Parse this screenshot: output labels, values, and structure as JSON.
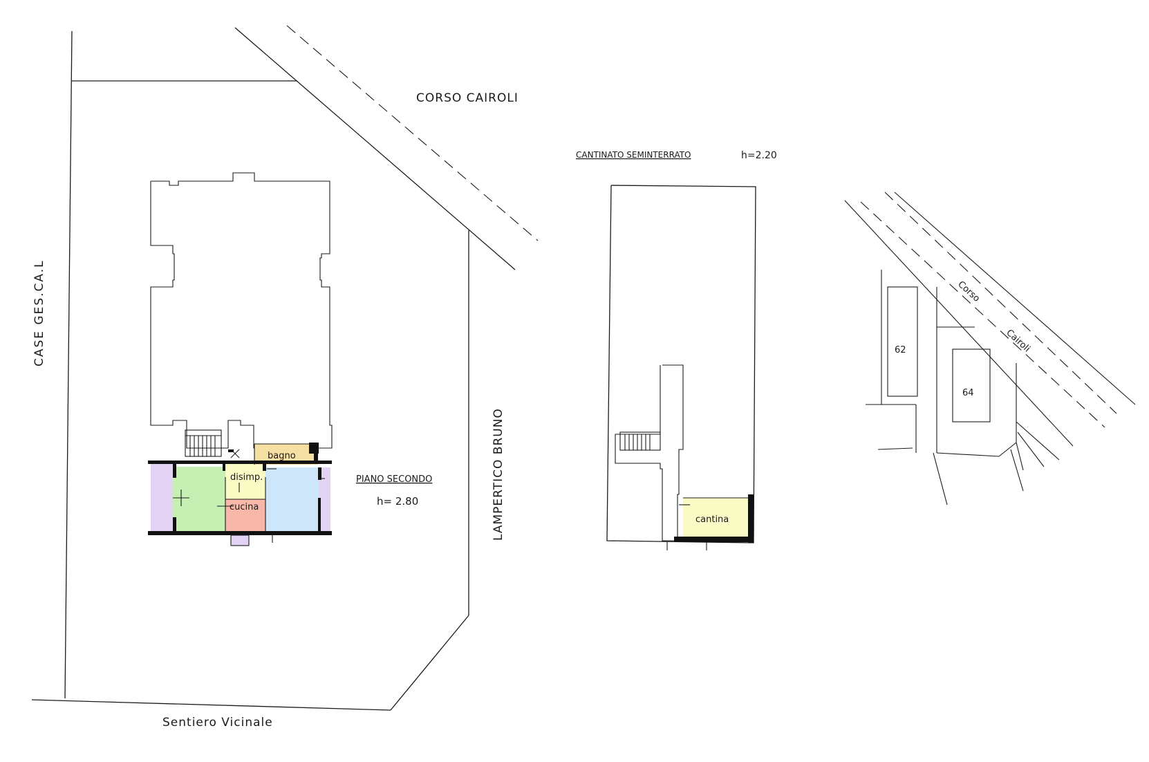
{
  "streets": {
    "corso_cairoli": "CORSO CAIROLI",
    "case_gescal": "CASE GES.CA.L",
    "lampertico_bruno": "LAMPERTICO BRUNO",
    "sentiero_vicinale": "Sentiero Vicinale",
    "map_corso": "Corso",
    "map_cairoli": "Cairoli"
  },
  "plan_second": {
    "title": "PIANO SECONDO",
    "height": "h= 2.80",
    "rooms": {
      "bagno": "bagno",
      "disimp": "disimp.",
      "cucina": "cucina"
    }
  },
  "plan_basement": {
    "title": "CANTINATO SEMINTERRATO",
    "height": "h=2.20",
    "rooms": {
      "cantina": "cantina"
    }
  },
  "location_map": {
    "buildings": [
      "62",
      "64"
    ]
  },
  "colors": {
    "bagno": "#f6dfa2",
    "disimp": "#fbfbc6",
    "cucina": "#f7b7a9",
    "green_room": "#c6efb4",
    "blue_room": "#cde6fa",
    "purple_balcony": "#e2d3f5",
    "cantina": "#fbfbc6",
    "building_64": "#f7f7a6"
  }
}
